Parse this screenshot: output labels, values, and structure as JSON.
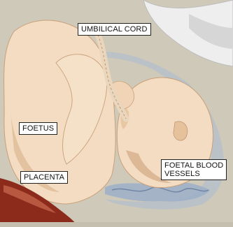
{
  "labels": {
    "umbilical_cord": "UMBILICAL CORD",
    "foetus": "FOETUS",
    "placenta": "PLACENTA",
    "foetal_blood_vessels": [
      "FOETAL BLOOD",
      "VESSELS"
    ]
  },
  "colors": {
    "background": "#e4e2d6",
    "skin": "#f3dcc1",
    "skin_shadow": "#d9b48f",
    "uterine_wall": "#c9c3b3",
    "membrane": "#b7c1c9",
    "placenta": "#8c2a1c",
    "placenta_light": "#c4644a",
    "cord": "#e9d6bd",
    "vessels": "#9fb0c8"
  }
}
